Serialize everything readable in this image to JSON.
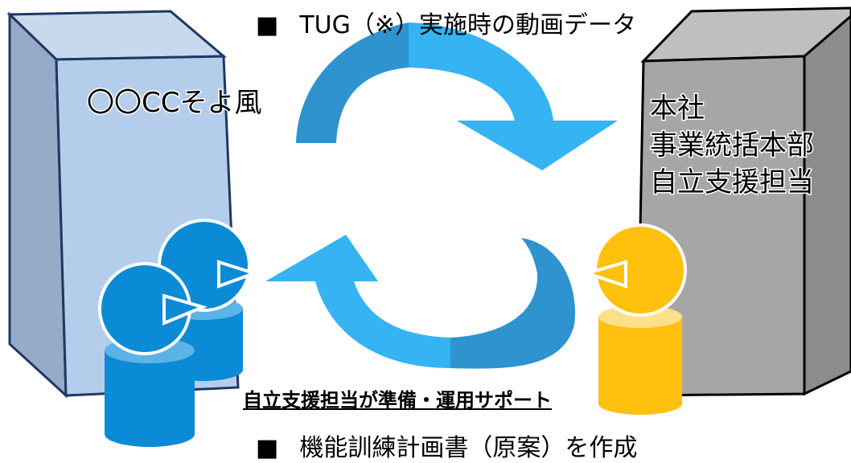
{
  "top_note": {
    "bullet": "■",
    "text": "TUG（※）実施時の動画データ"
  },
  "left_box": {
    "label": "〇〇CCそよ風"
  },
  "right_box": {
    "lines": [
      "本社",
      "事業統括本部",
      "自立支援担当"
    ]
  },
  "support_caption": "自立支援担当が準備・運用サポート",
  "bottom_note": {
    "bullet": "■",
    "text": "機能訓練計画書（原案）を作成"
  },
  "colors": {
    "left_box_front": "#b4cdea",
    "left_box_side": "#95acc9",
    "left_box_top": "#c8d9ee",
    "left_box_edge": "#1f3864",
    "right_box_front": "#a6a6a6",
    "right_box_side": "#8c8c8c",
    "right_box_top": "#bfbfbf",
    "right_box_edge": "#000000",
    "arrow_dark": "#2e93cf",
    "arrow_light": "#35b3f2",
    "person_blue": "#0b8ad6",
    "person_blue_top": "#5bb3e6",
    "person_yellow": "#ffc10e",
    "person_yellow_top": "#ffe08a"
  }
}
